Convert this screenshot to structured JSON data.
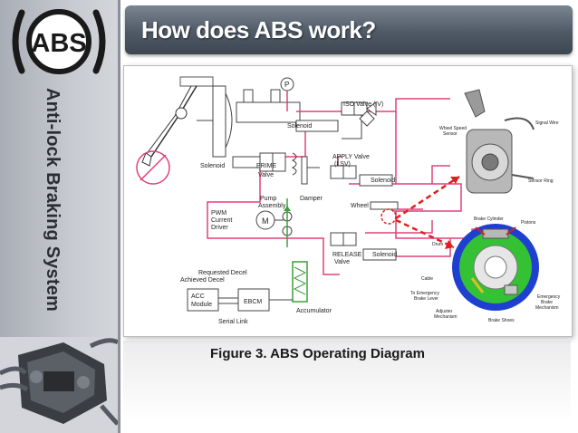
{
  "slide": {
    "title": "How does ABS work?",
    "sidebar_title": "Anti-lock Braking System",
    "logo_text": "ABS",
    "caption": "Figure 3. ABS Operating Diagram"
  },
  "diagram": {
    "labels": {
      "p": "P",
      "iso_valve": "ISO Valve (IV)",
      "solenoid_top": "Solenoid",
      "solenoid_left": "Solenoid",
      "prime": "PRIME",
      "prime_valve": "Valve",
      "apply_valve": "APPLY Valve",
      "lsv": "(LSV)",
      "solenoid_mid": "Solenoid",
      "damper": "Damper",
      "pump": "Pump",
      "assembly": "Assembly",
      "pwm": "PWM",
      "current": "Current",
      "driver": "Driver",
      "motor": "M",
      "wheel": "Wheel",
      "release": "RELEASE",
      "release_valve": "Valve",
      "solenoid_low": "Solenoid",
      "requested_decel": "Requested Decel",
      "achieved_decel": "Achieved Decel",
      "acc": "ACC",
      "module": "Module",
      "ebcm": "EBCM",
      "serial_link": "Serial Link",
      "accumulator": "Accumulator",
      "wheel_speed_sensor": "Wheel Speed",
      "sensor": "Sensor",
      "signal_wire": "Signal Wire",
      "sensor_ring": "Sensor Ring",
      "brake_cylinder": "Brake Cylinder",
      "pistons": "Pistons",
      "drum": "Drum",
      "cable": "Cable",
      "to_emergency": "To Emergency",
      "brake_lever": "Brake Lever",
      "adjuster": "Adjuster",
      "mechanism": "Mechanism",
      "emergency": "Emergency",
      "brake": "Brake",
      "mechanism2": "Mechanism",
      "brake_shoes": "Brake Shoes"
    }
  },
  "colors": {
    "title_bar": "#4f5a66",
    "sidebar": "#c7cad0",
    "brake_line": "#e0407a",
    "arrow_red": "#e02020",
    "hydraulic_green": "#3aa03a",
    "drum_blue": "#1e3fd0",
    "drum_green": "#34c234"
  }
}
